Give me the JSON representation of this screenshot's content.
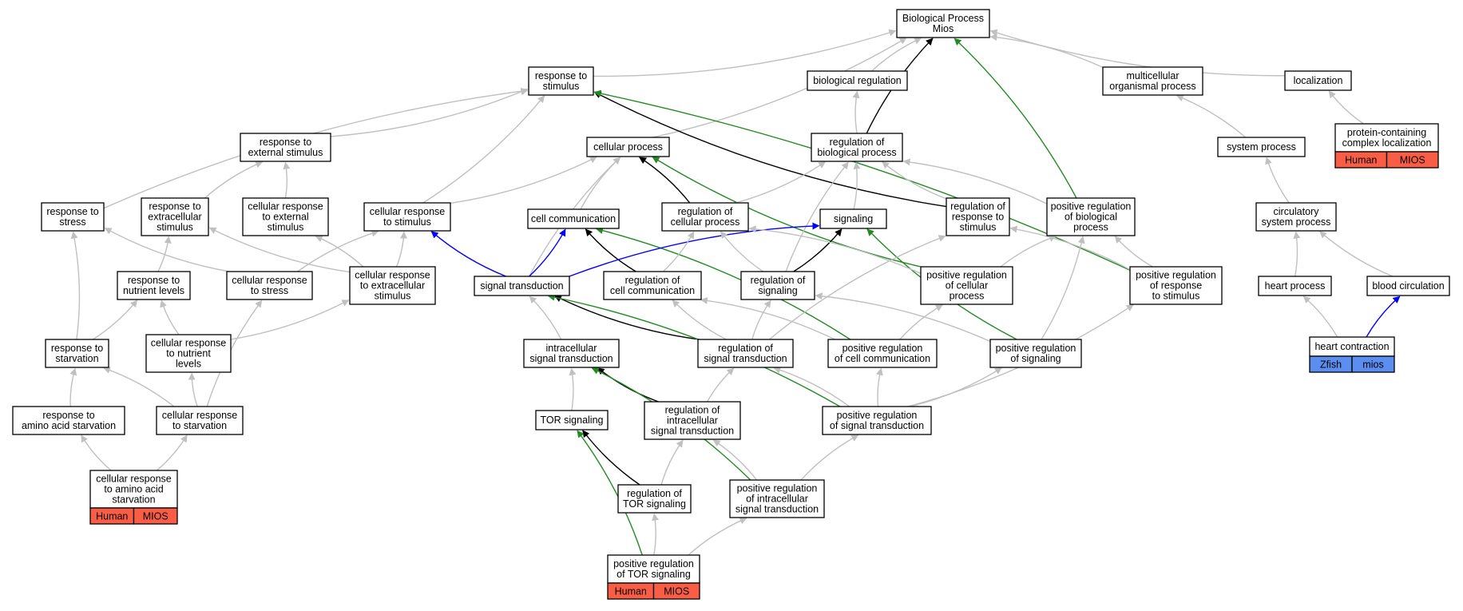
{
  "colors": {
    "gray": "#c0c0c0",
    "black": "#000000",
    "green": "#228b22",
    "blue": "#0000ff",
    "tag_red": "#fa5d46",
    "tag_blue": "#5b8ef0"
  },
  "nodes": [
    {
      "id": "bp",
      "lines": [
        "Biological Process",
        "Mios"
      ]
    },
    {
      "id": "rts",
      "lines": [
        "response to",
        "stimulus"
      ]
    },
    {
      "id": "breg",
      "lines": [
        "biological regulation"
      ]
    },
    {
      "id": "mop",
      "lines": [
        "multicellular",
        "organismal process"
      ]
    },
    {
      "id": "loc",
      "lines": [
        "localization"
      ]
    },
    {
      "id": "pccl",
      "lines": [
        "protein-containing",
        "complex localization"
      ],
      "tags": [
        {
          "label": "Human",
          "color": "tag_red"
        },
        {
          "label": "MIOS",
          "color": "tag_red"
        }
      ]
    },
    {
      "id": "res",
      "lines": [
        "response to",
        "external stimulus"
      ]
    },
    {
      "id": "cp",
      "lines": [
        "cellular process"
      ]
    },
    {
      "id": "rbp",
      "lines": [
        "regulation of",
        "biological process"
      ]
    },
    {
      "id": "sp",
      "lines": [
        "system process"
      ]
    },
    {
      "id": "rstress",
      "lines": [
        "response to",
        "stress"
      ]
    },
    {
      "id": "rtes",
      "lines": [
        "response to",
        "extracellular",
        "stimulus"
      ]
    },
    {
      "id": "cres",
      "lines": [
        "cellular response",
        "to external",
        "stimulus"
      ]
    },
    {
      "id": "crs",
      "lines": [
        "cellular response",
        "to stimulus"
      ]
    },
    {
      "id": "cc",
      "lines": [
        "cell communication"
      ]
    },
    {
      "id": "rcp",
      "lines": [
        "regulation of",
        "cellular process"
      ]
    },
    {
      "id": "sig",
      "lines": [
        "signaling"
      ]
    },
    {
      "id": "rrs",
      "lines": [
        "regulation of",
        "response to",
        "stimulus"
      ]
    },
    {
      "id": "prbp",
      "lines": [
        "positive regulation",
        "of biological",
        "process"
      ]
    },
    {
      "id": "csp",
      "lines": [
        "circulatory",
        "system process"
      ]
    },
    {
      "id": "rnl",
      "lines": [
        "response to",
        "nutrient levels"
      ]
    },
    {
      "id": "crstress",
      "lines": [
        "cellular response",
        "to stress"
      ]
    },
    {
      "id": "cres2",
      "lines": [
        "cellular response",
        "to extracellular",
        "stimulus"
      ]
    },
    {
      "id": "st",
      "lines": [
        "signal transduction"
      ]
    },
    {
      "id": "rcc",
      "lines": [
        "regulation of",
        "cell communication"
      ]
    },
    {
      "id": "rsig",
      "lines": [
        "regulation of",
        "signaling"
      ]
    },
    {
      "id": "prcp",
      "lines": [
        "positive regulation",
        "of cellular",
        "process"
      ]
    },
    {
      "id": "prrs",
      "lines": [
        "positive regulation",
        "of response",
        "to stimulus"
      ]
    },
    {
      "id": "hp",
      "lines": [
        "heart process"
      ]
    },
    {
      "id": "bc",
      "lines": [
        "blood circulation"
      ]
    },
    {
      "id": "rstarv",
      "lines": [
        "response to",
        "starvation"
      ]
    },
    {
      "id": "crnl",
      "lines": [
        "cellular response",
        "to nutrient",
        "levels"
      ]
    },
    {
      "id": "ist",
      "lines": [
        "intracellular",
        "signal transduction"
      ]
    },
    {
      "id": "rst",
      "lines": [
        "regulation of",
        "signal transduction"
      ]
    },
    {
      "id": "prcc",
      "lines": [
        "positive regulation",
        "of cell communication"
      ]
    },
    {
      "id": "prsig",
      "lines": [
        "positive regulation",
        "of signaling"
      ]
    },
    {
      "id": "hc",
      "lines": [
        "heart contraction"
      ],
      "tags": [
        {
          "label": "Zfish",
          "color": "tag_blue"
        },
        {
          "label": "mios",
          "color": "tag_blue"
        }
      ]
    },
    {
      "id": "raas",
      "lines": [
        "response to",
        "amino acid starvation"
      ]
    },
    {
      "id": "crstarv",
      "lines": [
        "cellular response",
        "to starvation"
      ]
    },
    {
      "id": "tor",
      "lines": [
        "TOR signaling"
      ]
    },
    {
      "id": "rist",
      "lines": [
        "regulation of",
        "intracellular",
        "signal transduction"
      ]
    },
    {
      "id": "prst",
      "lines": [
        "positive regulation",
        "of signal transduction"
      ]
    },
    {
      "id": "craas",
      "lines": [
        "cellular response",
        "to amino acid",
        "starvation"
      ],
      "tags": [
        {
          "label": "Human",
          "color": "tag_red"
        },
        {
          "label": "MIOS",
          "color": "tag_red"
        }
      ]
    },
    {
      "id": "rtor",
      "lines": [
        "regulation of",
        "TOR signaling"
      ]
    },
    {
      "id": "prist",
      "lines": [
        "positive regulation",
        "of intracellular",
        "signal transduction"
      ]
    },
    {
      "id": "prtor",
      "lines": [
        "positive regulation",
        "of TOR signaling"
      ],
      "tags": [
        {
          "label": "Human",
          "color": "tag_red"
        },
        {
          "label": "MIOS",
          "color": "tag_red"
        }
      ]
    }
  ],
  "edges": [
    {
      "from": "rts",
      "to": "bp",
      "color": "gray"
    },
    {
      "from": "breg",
      "to": "bp",
      "color": "gray"
    },
    {
      "from": "mop",
      "to": "bp",
      "color": "gray"
    },
    {
      "from": "loc",
      "to": "bp",
      "color": "gray"
    },
    {
      "from": "cp",
      "to": "bp",
      "color": "gray"
    },
    {
      "from": "rbp",
      "to": "bp",
      "color": "black"
    },
    {
      "from": "prbp",
      "to": "bp",
      "color": "green"
    },
    {
      "from": "rbp",
      "to": "breg",
      "color": "gray"
    },
    {
      "from": "sp",
      "to": "mop",
      "color": "gray"
    },
    {
      "from": "pccl",
      "to": "loc",
      "color": "gray"
    },
    {
      "from": "res",
      "to": "rts",
      "color": "gray"
    },
    {
      "from": "rstress",
      "to": "rts",
      "color": "gray"
    },
    {
      "from": "crs",
      "to": "rts",
      "color": "gray"
    },
    {
      "from": "rrs",
      "to": "rts",
      "color": "black"
    },
    {
      "from": "prrs",
      "to": "rts",
      "color": "green"
    },
    {
      "from": "rtes",
      "to": "res",
      "color": "gray"
    },
    {
      "from": "cres",
      "to": "res",
      "color": "gray"
    },
    {
      "from": "cc",
      "to": "cp",
      "color": "gray"
    },
    {
      "from": "rcp",
      "to": "cp",
      "color": "black"
    },
    {
      "from": "prcp",
      "to": "cp",
      "color": "green"
    },
    {
      "from": "crs",
      "to": "cp",
      "color": "gray"
    },
    {
      "from": "st",
      "to": "cp",
      "color": "gray"
    },
    {
      "from": "rcp",
      "to": "rbp",
      "color": "gray"
    },
    {
      "from": "rrs",
      "to": "rbp",
      "color": "gray"
    },
    {
      "from": "sig",
      "to": "rbp",
      "color": "gray"
    },
    {
      "from": "rsig",
      "to": "rbp",
      "color": "gray"
    },
    {
      "from": "prbp",
      "to": "rbp",
      "color": "gray"
    },
    {
      "from": "csp",
      "to": "sp",
      "color": "gray"
    },
    {
      "from": "rnl",
      "to": "rtes",
      "color": "gray"
    },
    {
      "from": "crstress",
      "to": "rstress",
      "color": "gray"
    },
    {
      "from": "rstarv",
      "to": "rstress",
      "color": "gray"
    },
    {
      "from": "cres2",
      "to": "rtes",
      "color": "gray"
    },
    {
      "from": "cres2",
      "to": "cres",
      "color": "gray"
    },
    {
      "from": "crstress",
      "to": "crs",
      "color": "gray"
    },
    {
      "from": "cres2",
      "to": "crs",
      "color": "gray"
    },
    {
      "from": "st",
      "to": "crs",
      "color": "blue"
    },
    {
      "from": "st",
      "to": "cc",
      "color": "blue"
    },
    {
      "from": "rcc",
      "to": "cc",
      "color": "black"
    },
    {
      "from": "prcc",
      "to": "cc",
      "color": "green"
    },
    {
      "from": "st",
      "to": "sig",
      "color": "blue"
    },
    {
      "from": "rsig",
      "to": "sig",
      "color": "black"
    },
    {
      "from": "prsig",
      "to": "sig",
      "color": "green"
    },
    {
      "from": "rcc",
      "to": "rcp",
      "color": "gray"
    },
    {
      "from": "rsig",
      "to": "rcp",
      "color": "gray"
    },
    {
      "from": "prcp",
      "to": "rcp",
      "color": "gray"
    },
    {
      "from": "rst",
      "to": "rrs",
      "color": "gray"
    },
    {
      "from": "prrs",
      "to": "rrs",
      "color": "gray"
    },
    {
      "from": "prcp",
      "to": "prbp",
      "color": "gray"
    },
    {
      "from": "prsig",
      "to": "prbp",
      "color": "gray"
    },
    {
      "from": "prrs",
      "to": "prbp",
      "color": "gray"
    },
    {
      "from": "hp",
      "to": "csp",
      "color": "gray"
    },
    {
      "from": "bc",
      "to": "csp",
      "color": "gray"
    },
    {
      "from": "hc",
      "to": "hp",
      "color": "gray"
    },
    {
      "from": "hc",
      "to": "bc",
      "color": "blue"
    },
    {
      "from": "rstarv",
      "to": "rnl",
      "color": "gray"
    },
    {
      "from": "crnl",
      "to": "rnl",
      "color": "gray"
    },
    {
      "from": "crnl",
      "to": "cres2",
      "color": "gray"
    },
    {
      "from": "crstarv",
      "to": "crstress",
      "color": "gray"
    },
    {
      "from": "ist",
      "to": "st",
      "color": "gray"
    },
    {
      "from": "rst",
      "to": "st",
      "color": "black"
    },
    {
      "from": "prst",
      "to": "st",
      "color": "green"
    },
    {
      "from": "rst",
      "to": "rcc",
      "color": "gray"
    },
    {
      "from": "prcc",
      "to": "rcc",
      "color": "gray"
    },
    {
      "from": "rst",
      "to": "rsig",
      "color": "gray"
    },
    {
      "from": "prsig",
      "to": "rsig",
      "color": "gray"
    },
    {
      "from": "prcc",
      "to": "prcp",
      "color": "gray"
    },
    {
      "from": "prst",
      "to": "prrs",
      "color": "gray"
    },
    {
      "from": "raas",
      "to": "rstarv",
      "color": "gray"
    },
    {
      "from": "crstarv",
      "to": "rstarv",
      "color": "gray"
    },
    {
      "from": "crstarv",
      "to": "crnl",
      "color": "gray"
    },
    {
      "from": "tor",
      "to": "ist",
      "color": "gray"
    },
    {
      "from": "rist",
      "to": "ist",
      "color": "black"
    },
    {
      "from": "prist",
      "to": "ist",
      "color": "green"
    },
    {
      "from": "rist",
      "to": "rst",
      "color": "gray"
    },
    {
      "from": "prst",
      "to": "rst",
      "color": "gray"
    },
    {
      "from": "prst",
      "to": "prcc",
      "color": "gray"
    },
    {
      "from": "prst",
      "to": "prsig",
      "color": "gray"
    },
    {
      "from": "craas",
      "to": "raas",
      "color": "gray"
    },
    {
      "from": "craas",
      "to": "crstarv",
      "color": "gray"
    },
    {
      "from": "rtor",
      "to": "tor",
      "color": "black"
    },
    {
      "from": "prtor",
      "to": "tor",
      "color": "green"
    },
    {
      "from": "rtor",
      "to": "rist",
      "color": "gray"
    },
    {
      "from": "prist",
      "to": "rist",
      "color": "gray"
    },
    {
      "from": "prist",
      "to": "prst",
      "color": "gray"
    },
    {
      "from": "prtor",
      "to": "rtor",
      "color": "gray"
    },
    {
      "from": "prtor",
      "to": "prist",
      "color": "gray"
    }
  ]
}
